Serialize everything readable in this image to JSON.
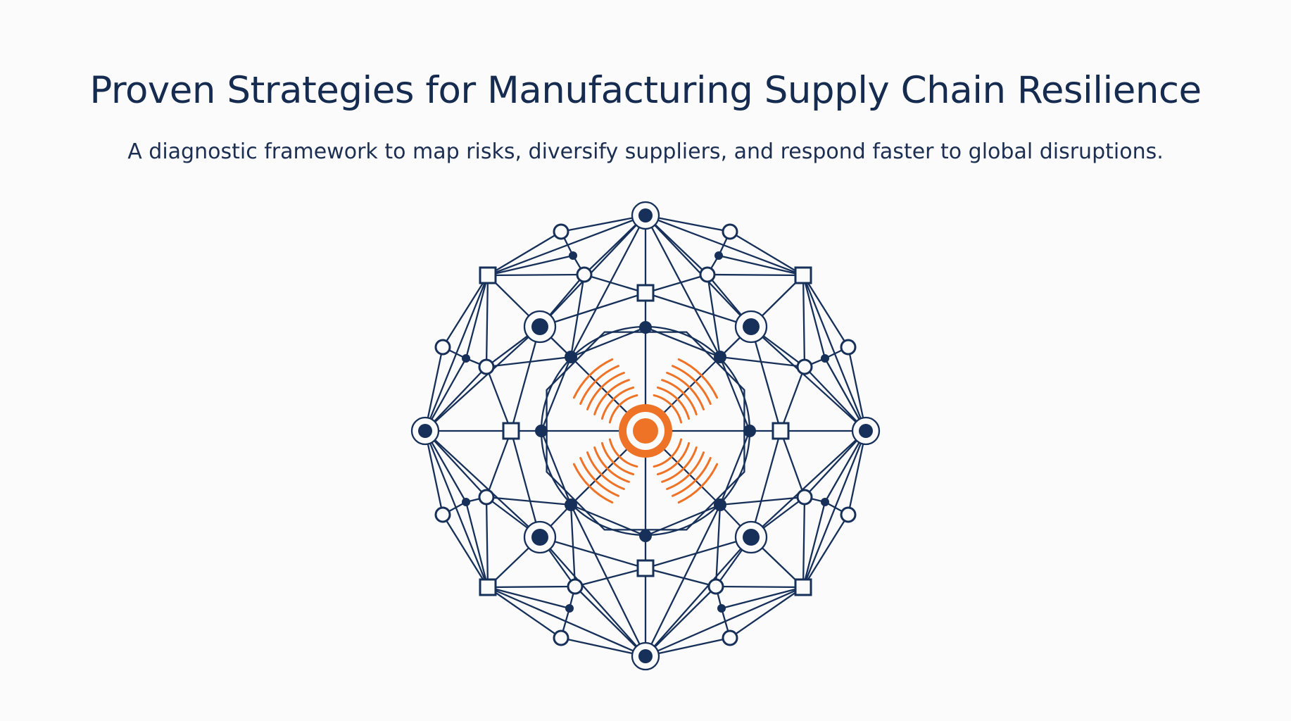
{
  "title": "Proven Strategies for Manufacturing Supply Chain Resilience",
  "subtitle": "A diagnostic framework to map risks, diversify suppliers, and respond faster to global disruptions.",
  "colors": {
    "navy": "#16305a",
    "accent": "#ef7326",
    "background": "#fbfbfb"
  },
  "diagram": {
    "center_icon": "disruption-signal-icon",
    "node_shapes": [
      "filled-circle",
      "hollow-circle",
      "square",
      "ringed-hub"
    ]
  }
}
